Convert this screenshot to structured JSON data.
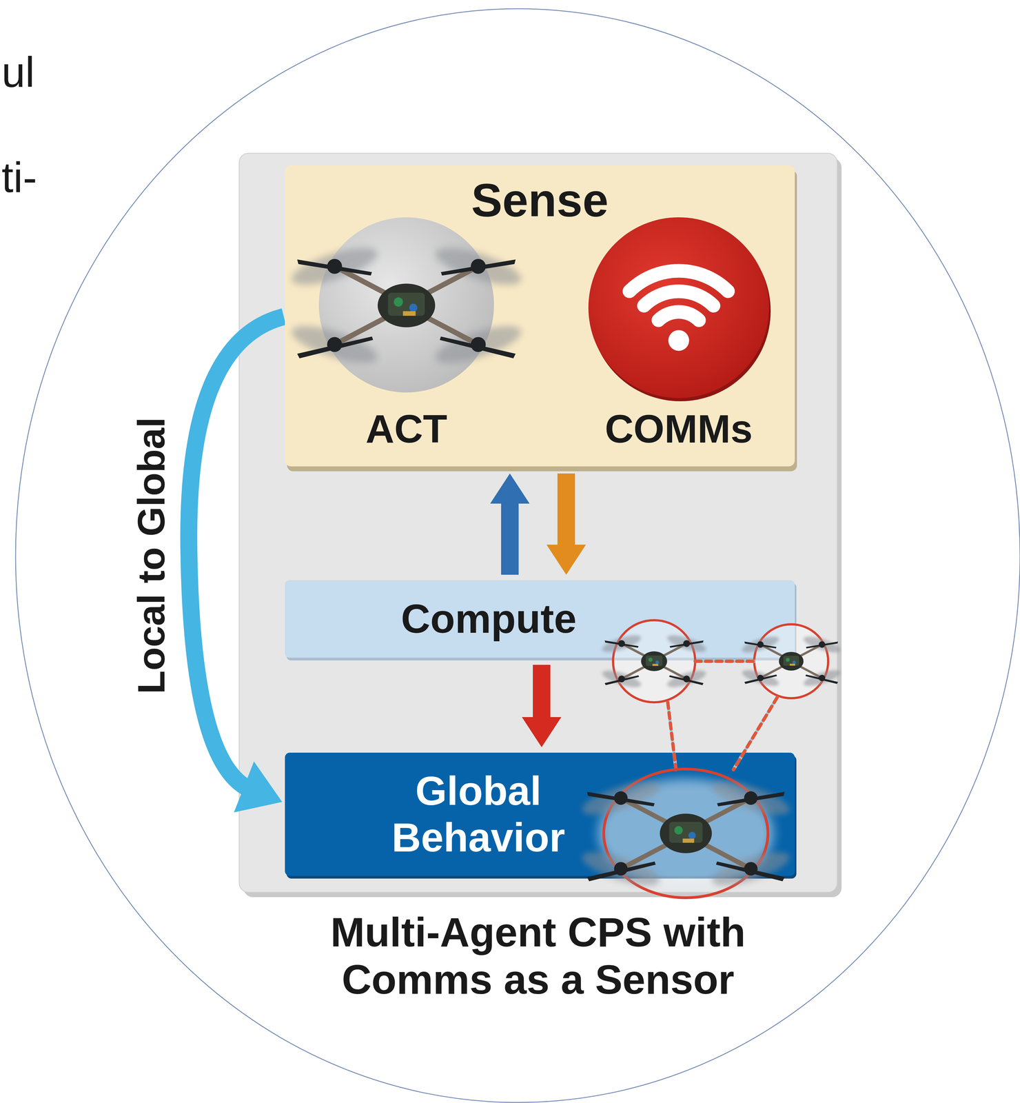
{
  "diagram": {
    "caption": "Multi-Agent CPS with Comms as a Sensor",
    "nodes": [
      {
        "text": [
          "Sense"
        ]
      },
      {
        "text": [
          "ACT"
        ],
        "in": 0
      },
      {
        "text": [
          "COMMs"
        ],
        "in": 0
      },
      {
        "text": [
          "Compute"
        ]
      },
      {
        "text": [
          "Global Behavior"
        ]
      }
    ],
    "edges": [
      {
        "from": 3,
        "to": 0,
        "arrow": "to"
      },
      {
        "from": 0,
        "to": 3,
        "arrow": "to"
      },
      {
        "from": 3,
        "to": 4,
        "arrow": "to"
      },
      {
        "from": 0,
        "to": 4,
        "label": "Local to Global",
        "arrow": "to"
      }
    ],
    "labels": [
      "ul",
      "ti-"
    ]
  }
}
